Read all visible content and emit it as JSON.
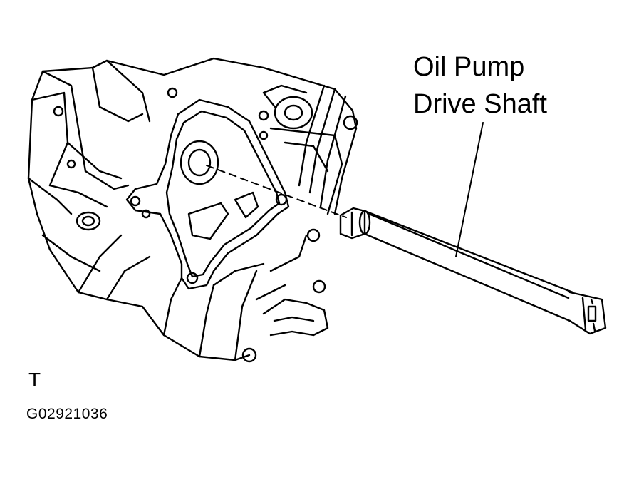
{
  "callout": {
    "line1": "Oil Pump",
    "line2": "Drive Shaft"
  },
  "corner_marker": "T",
  "figure_code": "G02921036",
  "colors": {
    "line": "#000000",
    "background": "#ffffff"
  }
}
